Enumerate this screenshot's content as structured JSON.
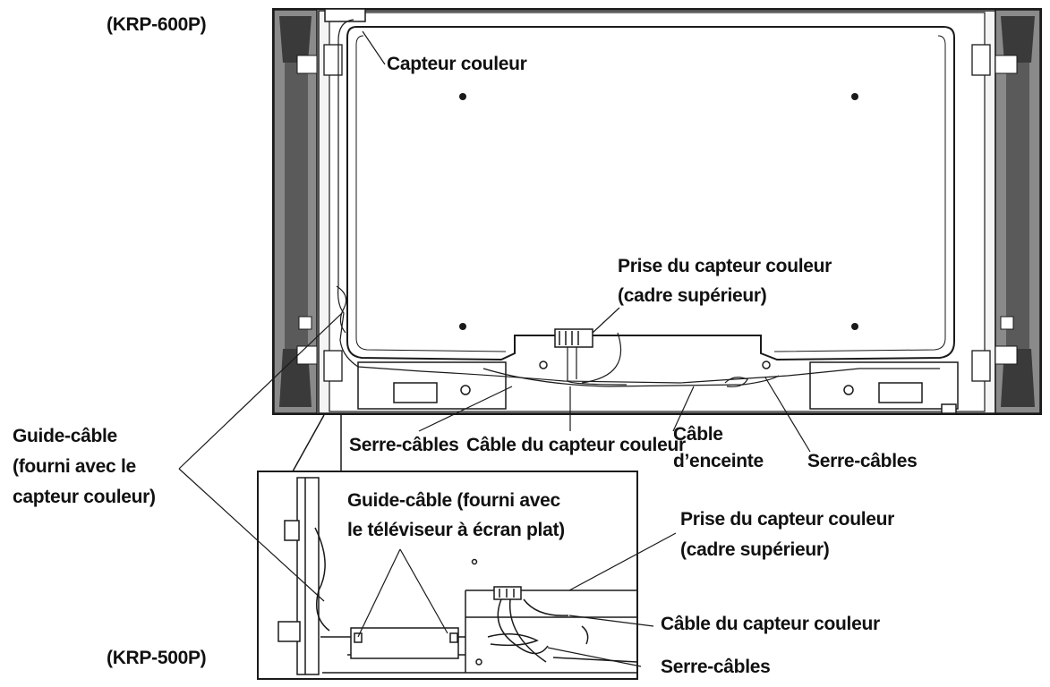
{
  "models": {
    "top": "(KRP-600P)",
    "bottom": "(KRP-500P)"
  },
  "labels": {
    "color_sensor": "Capteur couleur",
    "sensor_jack_line1": "Prise du capteur couleur",
    "sensor_jack_line2": "(cadre supérieur)",
    "cable_guide_sensor_line1": "Guide-câble",
    "cable_guide_sensor_line2": "(fourni avec le",
    "cable_guide_sensor_line3": "capteur couleur)",
    "cable_ties_left": "Serre-câbles",
    "sensor_cable": "Câble du capteur couleur",
    "speaker_cable_line1": "Câble",
    "speaker_cable_line2": "d’enceinte",
    "cable_ties_right": "Serre-câbles",
    "cable_guide_tv_line1": "Guide-câble (fourni avec",
    "cable_guide_tv_line2": "le téléviseur à écran plat)",
    "inset_sensor_jack_line1": "Prise du capteur couleur",
    "inset_sensor_jack_line2": "(cadre supérieur)",
    "inset_sensor_cable": "Câble du capteur couleur",
    "inset_cable_ties": "Serre-câbles"
  },
  "colors": {
    "line": "#1a1a1a",
    "speaker_dark": "#3a3a3a",
    "speaker_mid": "#8a8a8a",
    "frame_fill": "#f4f4f4"
  }
}
